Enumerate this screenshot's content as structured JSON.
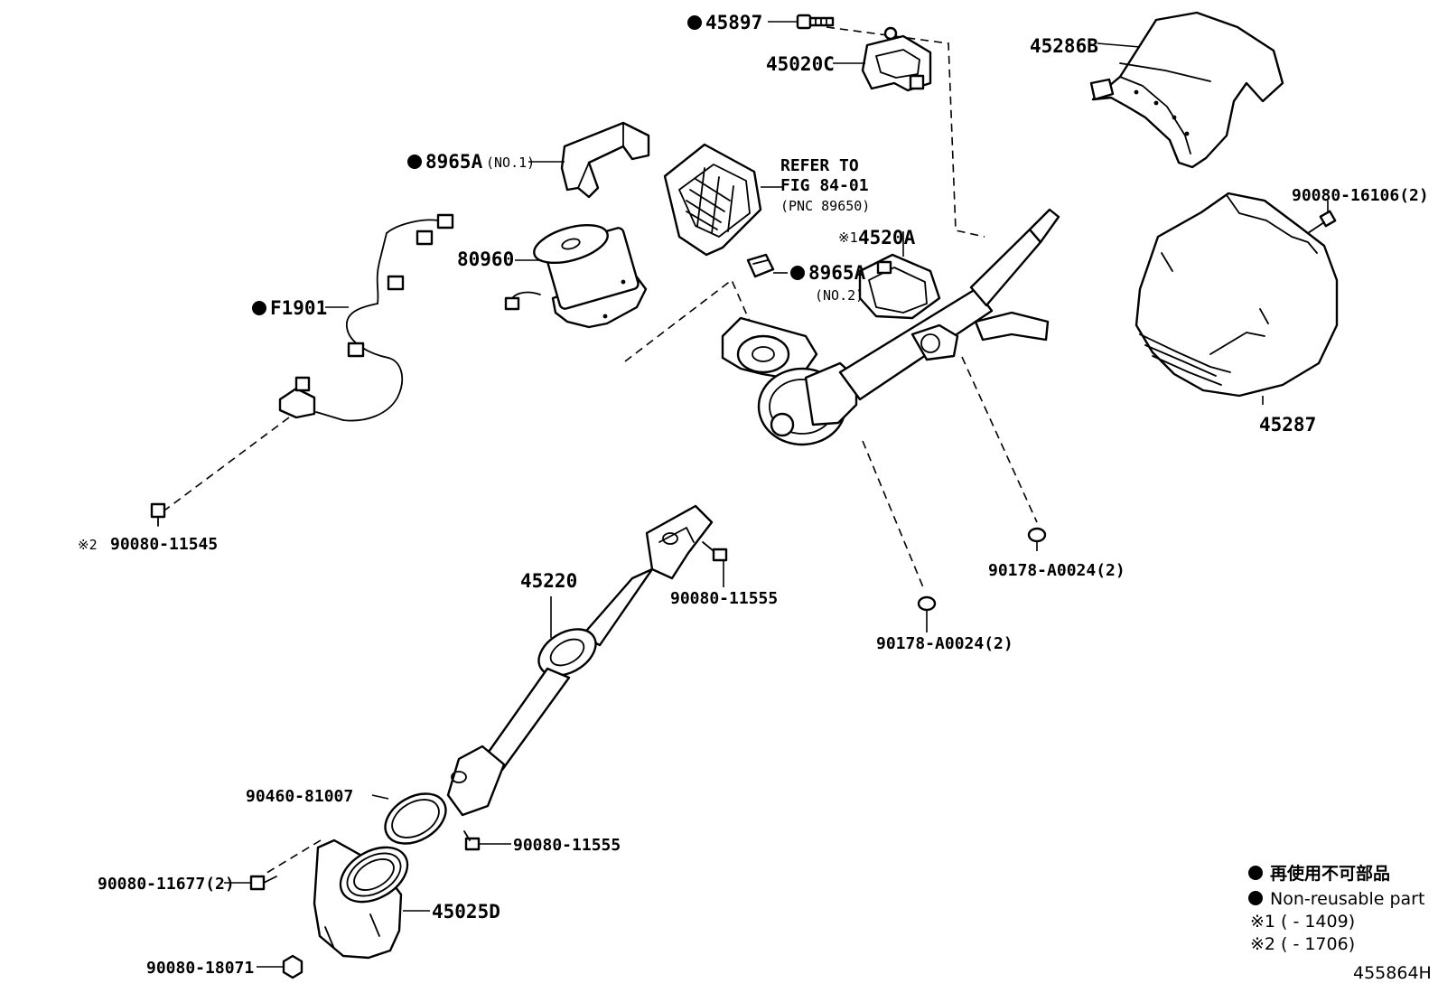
{
  "parts": {
    "p45897": "45897",
    "p45020C": "45020C",
    "p45286B": "45286B",
    "p8965A_1": "8965A",
    "p8965A_1_note": "(NO.1)",
    "refer_line1": "REFER TO",
    "refer_line2": "FIG 84-01",
    "refer_line3": "(PNC 89650)",
    "p90080_16106": "90080-16106(2)",
    "note1_mark": "※1",
    "p4520A": "4520A",
    "p80960": "80960",
    "p8965A_2": "8965A",
    "p8965A_2_note": "(NO.2)",
    "pF1901": "F1901",
    "p45287": "45287",
    "note2_mark": "※2",
    "p90080_11545": "90080-11545",
    "p90178_A0024_a": "90178-A0024(2)",
    "p45220": "45220",
    "p90080_11555_a": "90080-11555",
    "p90178_A0024_b": "90178-A0024(2)",
    "p90460_81007": "90460-81007",
    "p90080_11555_b": "90080-11555",
    "p90080_11677": "90080-11677(2)",
    "p45025D": "45025D",
    "p90080_18071": "90080-18071"
  },
  "legend": {
    "jp": "再使用不可部品",
    "en": "Non-reusable part",
    "note1_mark": "※1",
    "note1_range": "(       - 1409)",
    "note2_mark": "※2",
    "note2_range": "(       - 1706)"
  },
  "figure_id": "455864H"
}
